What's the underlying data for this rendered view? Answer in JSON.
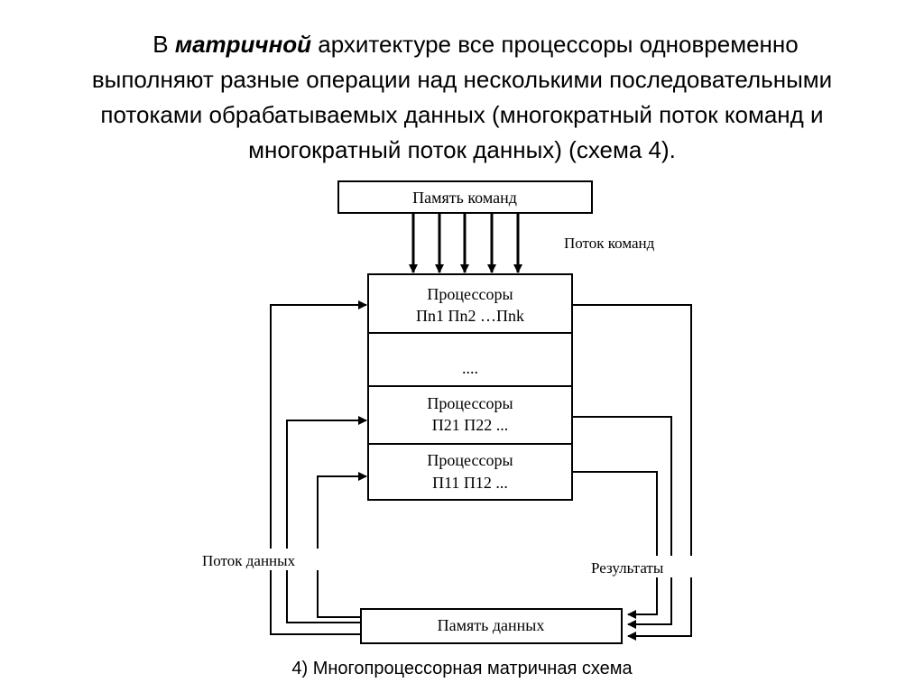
{
  "intro": {
    "line1_prefix": "В ",
    "line1_emphasis": "матричной",
    "line1_suffix": " архитектуре все процессоры одновременно",
    "line2": "выполняют разные операции над несколькими последовательными",
    "line3": "потоками обрабатываемых данных (многократный поток команд и",
    "line4": "многократный поток данных) (схема 4)."
  },
  "diagram": {
    "instruction_memory": "Память команд",
    "instruction_stream": "Поток команд",
    "proc_top_title": "Процессоры",
    "proc_top_items": "Пn1 Пn2 …Пnk",
    "ellipsis": "....",
    "proc_mid_title": "Процессоры",
    "proc_mid_items": "П21 П22 ...",
    "proc_bot_title": "Процессоры",
    "proc_bot_items": "П11 П12 ...",
    "data_stream": "Поток данных",
    "results": "Результаты",
    "data_memory": "Память данных"
  },
  "caption": "4) Многопроцессорная матричная схема"
}
